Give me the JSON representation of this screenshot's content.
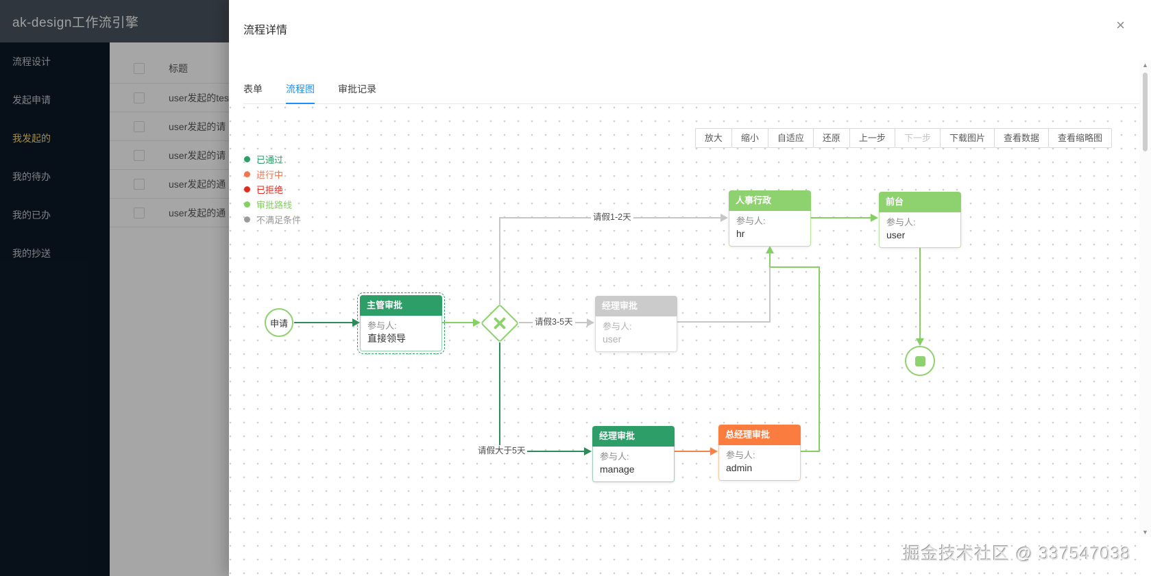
{
  "app": {
    "title": "ak-design工作流引擎",
    "sidebar": {
      "items": [
        {
          "label": "流程设计"
        },
        {
          "label": "发起申请"
        },
        {
          "label": "我发起的",
          "active": true
        },
        {
          "label": "我的待办"
        },
        {
          "label": "我的已办"
        },
        {
          "label": "我的抄送"
        }
      ]
    },
    "table": {
      "title_column": "标题",
      "rows": [
        {
          "title": "user发起的tes"
        },
        {
          "title": "user发起的请"
        },
        {
          "title": "user发起的请"
        },
        {
          "title": "user发起的通"
        },
        {
          "title": "user发起的通"
        }
      ]
    }
  },
  "drawer": {
    "title": "流程详情",
    "close_label": "×",
    "tabs": [
      {
        "label": "表单"
      },
      {
        "label": "流程图",
        "active": true
      },
      {
        "label": "审批记录"
      }
    ],
    "active_tab": "流程图"
  },
  "toolbar": {
    "buttons": [
      {
        "label": "放大"
      },
      {
        "label": "缩小"
      },
      {
        "label": "自适应"
      },
      {
        "label": "还原"
      },
      {
        "label": "上一步"
      },
      {
        "label": "下一步",
        "disabled": true
      },
      {
        "label": "下载图片"
      },
      {
        "label": "查看数据"
      },
      {
        "label": "查看缩略图"
      }
    ]
  },
  "legend": {
    "items": [
      {
        "label": "已通过",
        "color": "#2e9e68"
      },
      {
        "label": "进行中",
        "color": "#f1764d"
      },
      {
        "label": "已拒绝",
        "color": "#e32a21"
      },
      {
        "label": "审批路线",
        "color": "#85cf63"
      },
      {
        "label": "不满足条件",
        "color": "#9b9b9b"
      }
    ]
  },
  "flow": {
    "start_label": "申请",
    "nodes": {
      "supervisor": {
        "title": "主管审批",
        "field": "参与人:",
        "value": "直接领导",
        "status": "passed",
        "selected": true
      },
      "manager_mid": {
        "title": "经理审批",
        "field": "参与人:",
        "value": "user",
        "status": "condition-not-met"
      },
      "hr": {
        "title": "人事行政",
        "field": "参与人:",
        "value": "hr",
        "status": "route"
      },
      "front": {
        "title": "前台",
        "field": "参与人:",
        "value": "user",
        "status": "route"
      },
      "manager_bottom": {
        "title": "经理审批",
        "field": "参与人:",
        "value": "manage",
        "status": "passed"
      },
      "gm": {
        "title": "总经理审批",
        "field": "参与人:",
        "value": "admin",
        "status": "in-progress"
      }
    },
    "labels": {
      "days_1_2": "请假1-2天",
      "days_3_5": "请假3-5天",
      "days_gt_5": "请假大于5天"
    }
  },
  "scrollbar": {
    "up": "▲",
    "down": "▼"
  },
  "watermark": "掘金技术社区 @ 337547038",
  "colors": {
    "accent": "#1890ff",
    "green_dark": "#2e9e68",
    "green_line_dark": "#2e8b57",
    "green_light": "#8ed16f",
    "orange": "#fa7c3e",
    "red": "#e32a21",
    "gray_line": "#c6c6c6",
    "sidebar_active": "#ffd75e"
  }
}
